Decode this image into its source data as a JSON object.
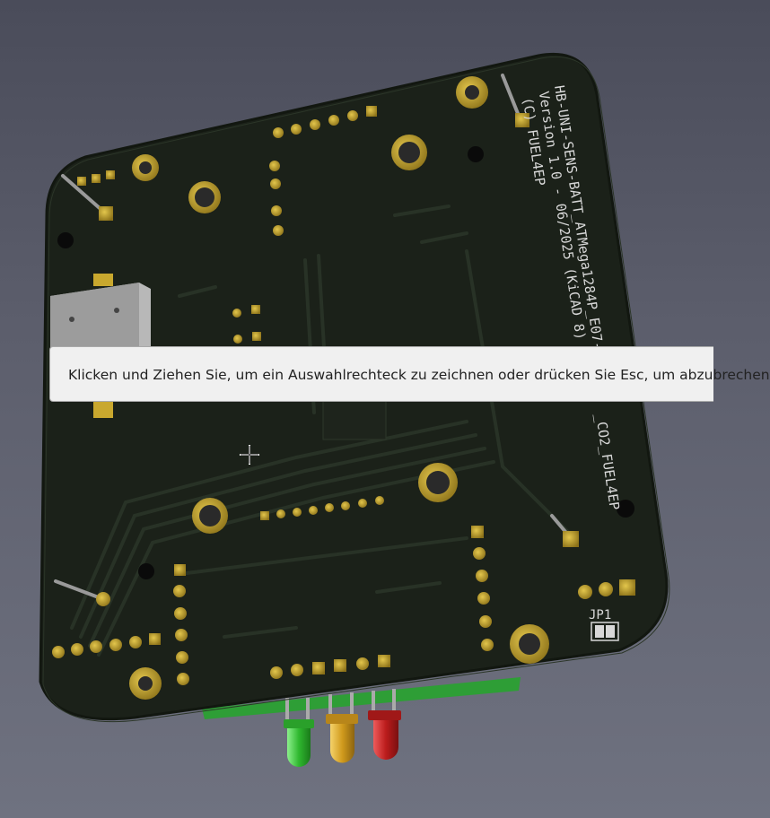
{
  "board": {
    "title_lines": [
      "HB-UNI-SENS-BATT_ATMega1284P_E07-900",
      "Version 1.0 - 06/2025 (KiCAD 8)",
      "(C) FUEL4EP"
    ],
    "title_tail": "_CO2_FUEL4EP",
    "jumper_label": "JP1"
  },
  "tooltip": {
    "text": "Klicken und Ziehen Sie, um ein Auswahlrechteck zu zeichnen oder drücken Sie Esc, um abzubrechen"
  },
  "colors": {
    "pcb": "#1f261d",
    "pad_gold": "#b89a2c",
    "led_green": "#3dc43d",
    "led_yellow": "#d9a21f",
    "led_red": "#c41c1c",
    "tooltip_bg": "#f0f0f0"
  },
  "icons": {
    "cursor": "crosshair-icon"
  }
}
